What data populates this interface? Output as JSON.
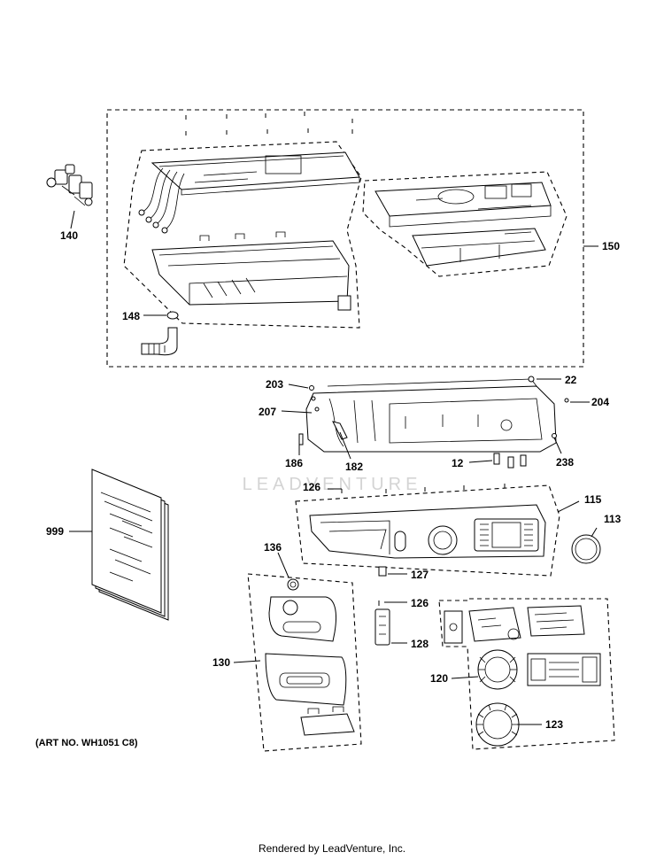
{
  "labels": {
    "p140": "140",
    "p148": "148",
    "p150": "150",
    "p203": "203",
    "p207": "207",
    "p22": "22",
    "p204": "204",
    "p186": "186",
    "p182": "182",
    "p12": "12",
    "p238": "238",
    "p126a": "126",
    "p115": "115",
    "p113": "113",
    "p999": "999",
    "p136": "136",
    "p127": "127",
    "p126b": "126",
    "p128": "128",
    "p130": "130",
    "p120": "120",
    "p123": "123"
  },
  "art_number": "(ART NO. WH1051 C8)",
  "watermark": "LEADVENTURE",
  "footer": "Rendered by LeadVenture, Inc."
}
